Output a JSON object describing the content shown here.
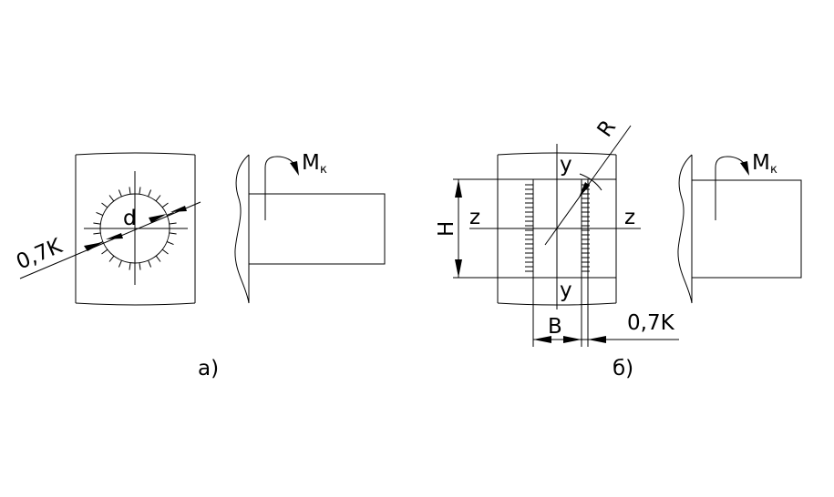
{
  "figure_a": {
    "label_d": "d",
    "label_leg": "0,7K",
    "label_moment": "M",
    "label_moment_sub": "к",
    "caption": "а)"
  },
  "figure_b": {
    "label_R": "R",
    "label_y_top": "y",
    "label_y_bottom": "y",
    "label_z_left": "z",
    "label_z_right": "z",
    "label_H": "H",
    "label_B": "B",
    "label_leg": "0,7K",
    "label_moment": "M",
    "label_moment_sub": "к",
    "caption": "б)"
  }
}
